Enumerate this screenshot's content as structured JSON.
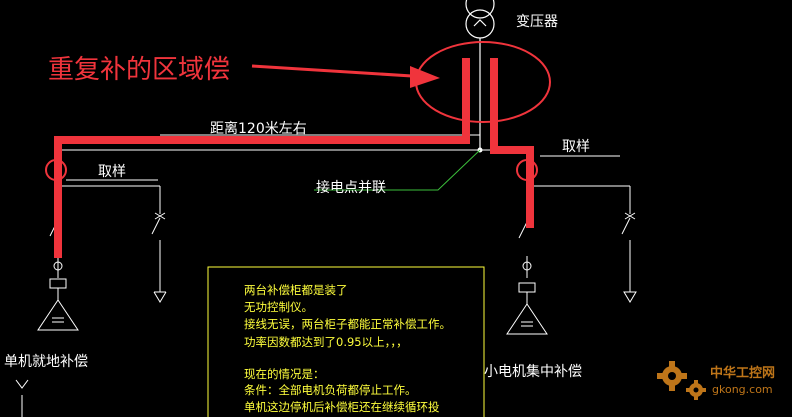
{
  "labels": {
    "transformer": "变压器",
    "repeat_zone": "重复补的区域偿",
    "distance": "距离120米左右",
    "sample_left": "取样",
    "sample_right": "取样",
    "junction": "接电点并联",
    "single_machine": "单机就地补偿",
    "small_motor": "小电机集中补偿"
  },
  "notes": {
    "lines": [
      "两台补偿柜都是装了",
      "无功控制仪。",
      "接线无误，两台柜子都能正常补偿工作。",
      "功率因数都达到了0.95以上，，，",
      "",
      "现在的情况是：",
      "条件：全部电机负荷都停止工作。",
      "单机这边停机后补偿柜还在继续循环投"
    ]
  },
  "watermark": {
    "title": "中华工控网",
    "url": "gkong.com"
  },
  "colors": {
    "background": "#000000",
    "line": "#ffffff",
    "highlight": "#f0343c",
    "notes_text": "#ffff3c",
    "notes_border": "#ffff3c",
    "leader": "#3cc03c",
    "watermark": "#e08a1e"
  }
}
